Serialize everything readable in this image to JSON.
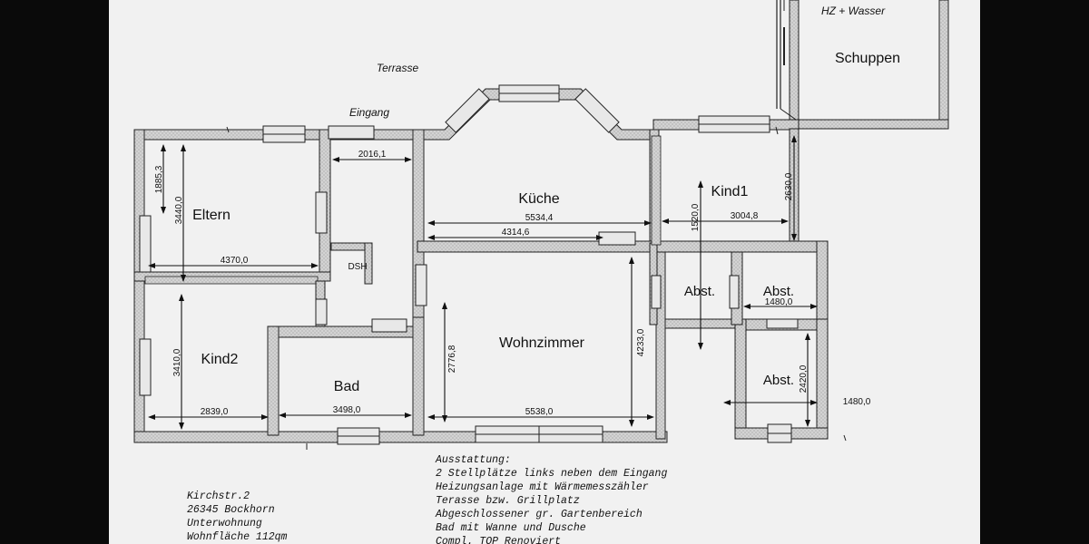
{
  "labels": {
    "hz_wasser": "HZ + Wasser",
    "schuppen": "Schuppen",
    "terrasse": "Terrasse",
    "eingang": "Eingang",
    "dsh": "DSH"
  },
  "rooms": {
    "eltern": "Eltern",
    "kueche": "Küche",
    "kind1": "Kind1",
    "kind2": "Kind2",
    "bad": "Bad",
    "wohnzimmer": "Wohnzimmer",
    "abst1": "Abst.",
    "abst2": "Abst.",
    "abst3": "Abst."
  },
  "dimensions": {
    "d1885": "1885,3",
    "d3440": "3440,0",
    "d4370": "4370,0",
    "d2016": "2016,1",
    "d5534": "5534,4",
    "d4314": "4314,6",
    "d1520": "1520,0",
    "d3004": "3004,8",
    "d2630": "2630,0",
    "d3410": "3410,0",
    "d2839": "2839,0",
    "d3498": "3498,0",
    "d2776": "2776,8",
    "d4233": "4233,0",
    "d5538": "5538,0",
    "d1480a": "1480,0",
    "d2420": "2420,0",
    "d1480b": "1480,0"
  },
  "address": {
    "street": "Kirchstr.2",
    "city": "26345 Bockhorn",
    "unit": "Unterwohnung",
    "area": "Wohnfläche 112qm"
  },
  "features": {
    "title": "Ausstattung:",
    "items": [
      "2 Stellplätze links neben dem Eingang",
      "Heizungsanlage mit Wärmemesszähler",
      "Terasse bzw. Grillplatz",
      "Abgeschlossener gr. Gartenbereich",
      "Bad mit Wanne und Dusche",
      "Compl. TOP Renoviert"
    ]
  },
  "colors": {
    "screen": "#f1f1f1",
    "wall": "#d3d3d3",
    "line": "#222222"
  }
}
